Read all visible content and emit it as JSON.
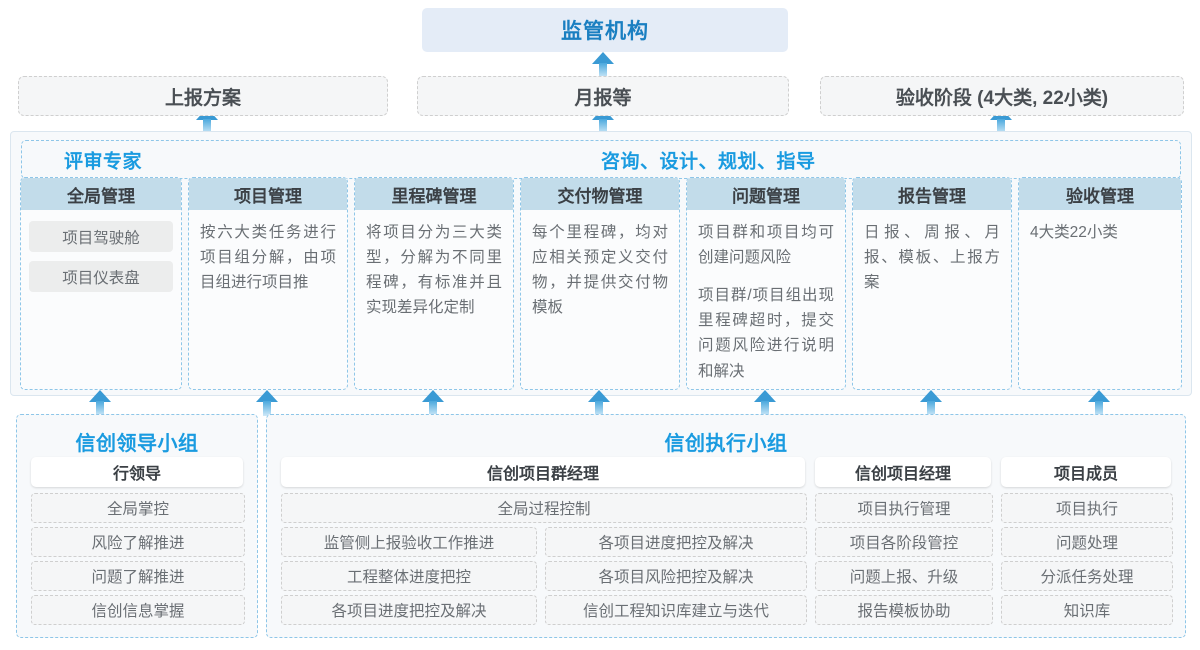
{
  "colors": {
    "accent_blue": "#1a9be0",
    "header_blue": "#1a7fc1",
    "card_header_bg": "#c2dcea",
    "regulator_bg": "#e4ecf7",
    "dashed_gray": "#cfcfcf",
    "dashed_blue": "#8ec6e8",
    "arrow_top": "#3a9ad4",
    "arrow_bottom": "#cfe9f8"
  },
  "regulator": {
    "label": "监管机构"
  },
  "reports": [
    {
      "label": "上报方案"
    },
    {
      "label": "月报等"
    },
    {
      "label": "验收阶段 (4大类, 22小类)"
    }
  ],
  "consult_band": {
    "expert_label": "评审专家",
    "guidance_label": "咨询、设计、规划、指导"
  },
  "cards": [
    {
      "title": "全局管理",
      "kind": "pills",
      "pills": [
        "项目驾驶舱",
        "项目仪表盘"
      ],
      "paragraphs": []
    },
    {
      "title": "项目管理",
      "kind": "text",
      "pills": [],
      "paragraphs": [
        "按六大类任务进行项目组分解，由项目组进行项目推"
      ]
    },
    {
      "title": "里程碑管理",
      "kind": "text",
      "pills": [],
      "paragraphs": [
        "将项目分为三大类型，分解为不同里程碑，有标准并且实现差异化定制"
      ]
    },
    {
      "title": "交付物管理",
      "kind": "text",
      "pills": [],
      "paragraphs": [
        "每个里程碑，均对应相关预定义交付物，并提供交付物模板"
      ]
    },
    {
      "title": "问题管理",
      "kind": "text",
      "pills": [],
      "paragraphs": [
        "项目群和项目均可创建问题风险",
        "项目群/项目组出现里程碑超时，提交问题风险进行说明和解决"
      ]
    },
    {
      "title": "报告管理",
      "kind": "text",
      "pills": [],
      "paragraphs": [
        "日报、周报、月报、模板、上报方案"
      ]
    },
    {
      "title": "验收管理",
      "kind": "text",
      "pills": [],
      "paragraphs": [
        "4大类22小类"
      ]
    }
  ],
  "leader_group": {
    "title": "信创领导小组",
    "role": "行领导",
    "items": [
      "全局掌控",
      "风险了解推进",
      "问题了解推进",
      "信创信息掌握"
    ]
  },
  "exec_group": {
    "title": "信创执行小组",
    "roles": [
      {
        "name": "信创项目群经理",
        "full_item": "全局过程控制",
        "left_items": [
          "监管侧上报验收工作推进",
          "工程整体进度把控",
          "各项目进度把控及解决"
        ],
        "right_items": [
          "各项目进度把控及解决",
          "各项目风险把控及解决",
          "信创工程知识库建立与迭代"
        ]
      },
      {
        "name": "信创项目经理",
        "items": [
          "项目执行管理",
          "项目各阶段管控",
          "问题上报、升级",
          "报告模板协助"
        ]
      },
      {
        "name": "项目成员",
        "items": [
          "项目执行",
          "问题处理",
          "分派任务处理",
          "知识库"
        ]
      }
    ]
  }
}
